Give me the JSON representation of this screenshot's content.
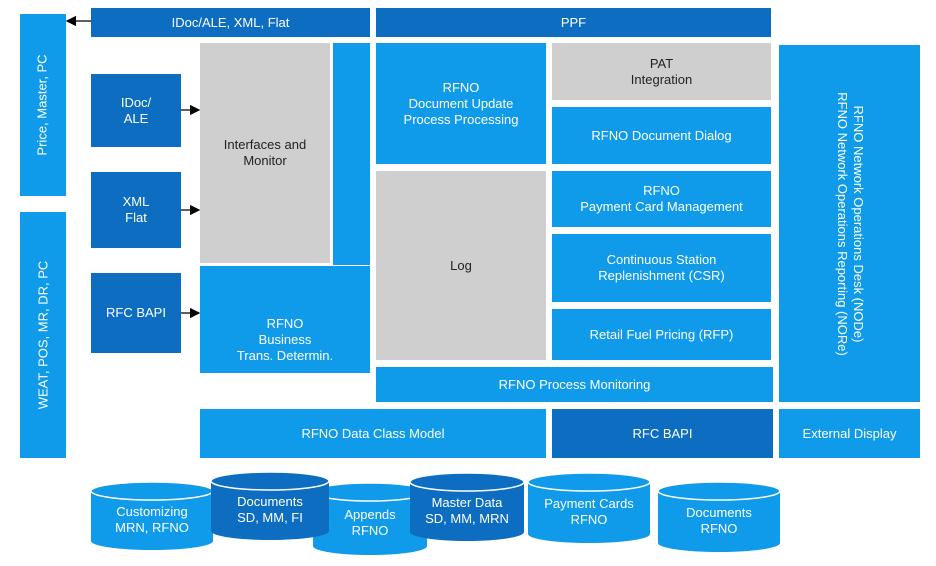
{
  "left_bars": {
    "top": "Price, Master, PC",
    "bottom": "WEAT, POS, MR, DR, PC"
  },
  "top_bars": {
    "idoc": "IDoc/ALE, XML, Flat",
    "ppf": "PPF"
  },
  "inputs": {
    "idoc_ale": "IDoc/\nALE",
    "xml_flat": "XML\nFlat",
    "rfc_bapi": "RFC BAPI"
  },
  "center": {
    "interfaces_monitor": "Interfaces and\nMonitor",
    "business_trans": "RFNO\nBusiness\nTrans. Determin.",
    "doc_update": "RFNO\nDocument Update\nProcess Processing",
    "log": "Log",
    "process_monitoring": "RFNO Process Monitoring"
  },
  "right_column": {
    "pat": "PAT\nIntegration",
    "doc_dialog": "RFNO Document Dialog",
    "payment_card": "RFNO\nPayment Card Management",
    "csr": "Continuous Station\nReplenishment (CSR)",
    "rfp": "Retail Fuel Pricing (RFP)"
  },
  "far_right": {
    "line1": "RFNO Network Operations Desk (NODe)",
    "line2": "RFNO Network Operations Reporting (NORe)"
  },
  "bottom_row": {
    "data_class": "RFNO Data Class Model",
    "rfc_bapi": "RFC BAPI",
    "external_display": "External Display"
  },
  "databases": [
    {
      "label": "Customizing\nMRN, RFNO",
      "shade": "light"
    },
    {
      "label": "Documents\nSD, MM, FI",
      "shade": "dark"
    },
    {
      "label": "Appends\nRFNO",
      "shade": "light"
    },
    {
      "label": "Master Data\nSD, MM, MRN",
      "shade": "dark"
    },
    {
      "label": "Payment Cards\nRFNO",
      "shade": "light"
    },
    {
      "label": "Documents\nRFNO",
      "shade": "light"
    }
  ],
  "colors": {
    "light": "#0f9bea",
    "dark": "#0d6ec1",
    "gray": "#cfcfcf",
    "arrow": "#000000"
  }
}
